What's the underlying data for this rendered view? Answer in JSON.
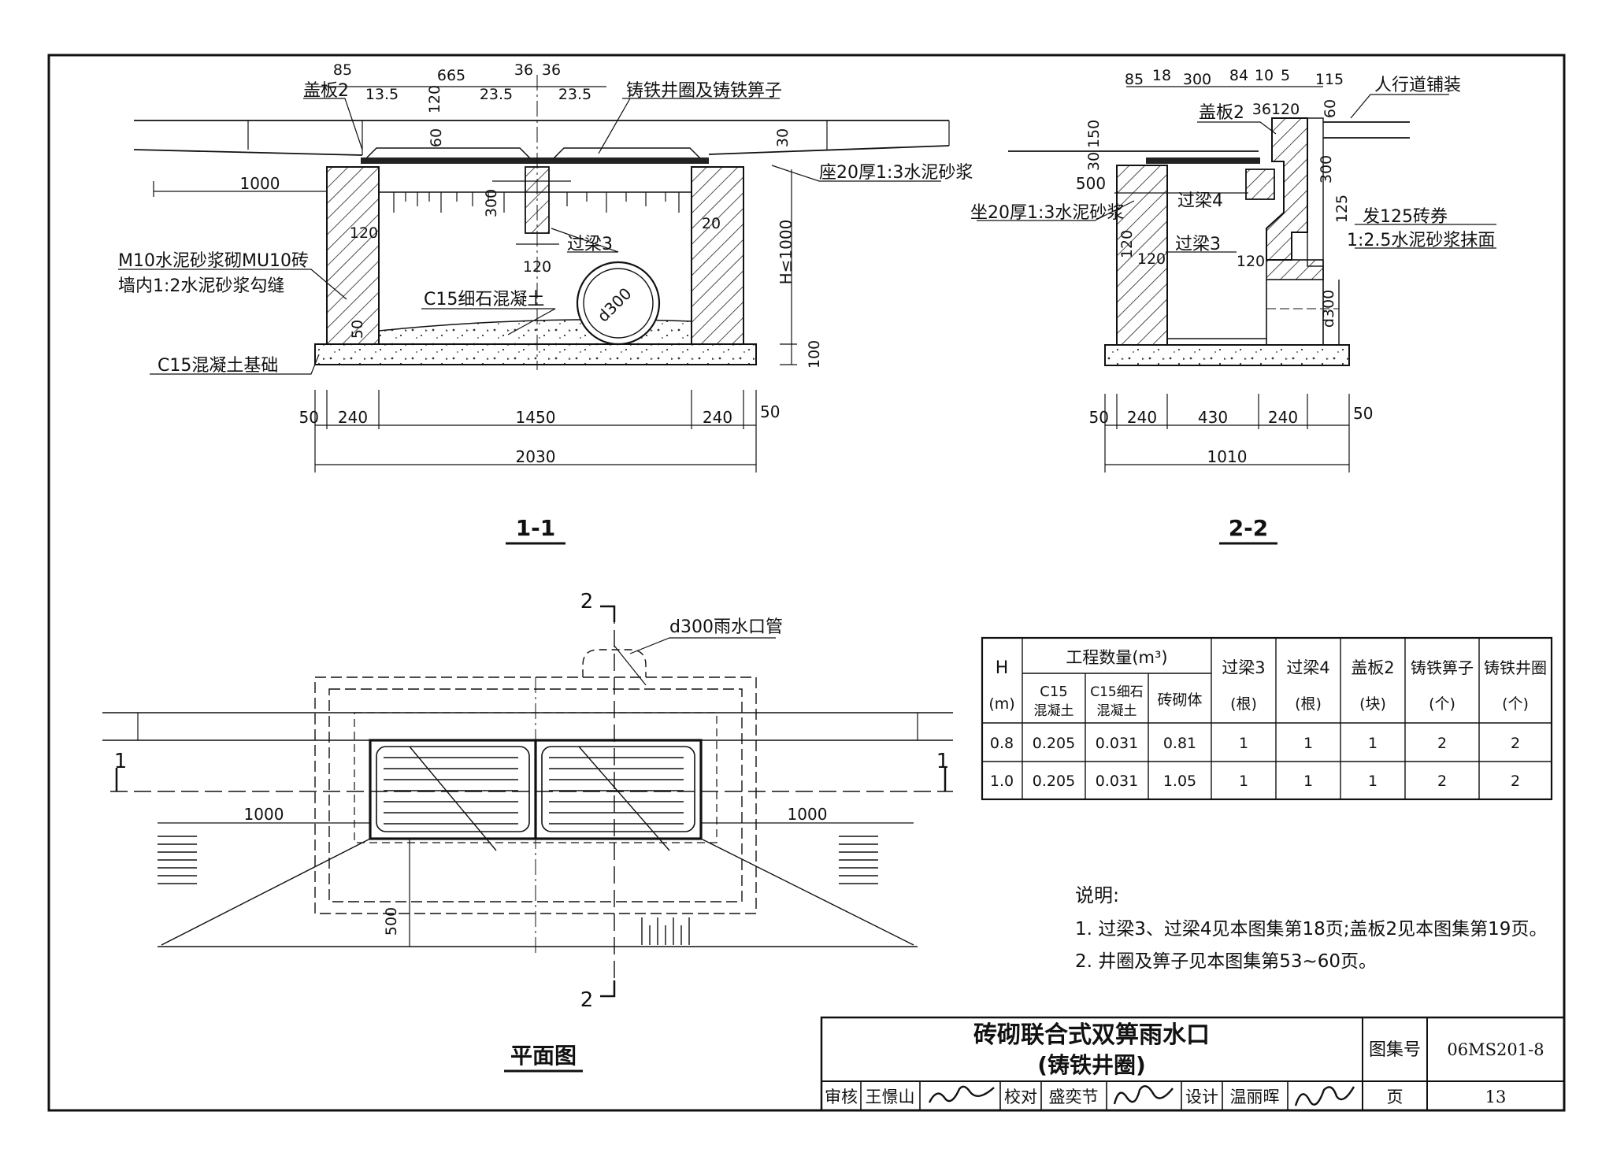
{
  "section_1_1": {
    "title": "1-1",
    "labels": {
      "cover_plate": "盖板2",
      "grate": "铸铁井圈及铸铁箅子",
      "mortar_seat": "座20厚1:3水泥砂浆",
      "wall_line1": "M10水泥砂浆砌MU10砖",
      "wall_line2": "墙内1:2水泥砂浆勾缝",
      "fine_concrete": "C15细石混凝土",
      "foundation": "C15混凝土基础",
      "beam3": "过梁3",
      "pipe": "d300",
      "height": "H≤1000"
    },
    "dims": {
      "top": [
        "85",
        "665",
        "36",
        "36",
        "13.5",
        "120",
        "23.5",
        "23.5"
      ],
      "d60": "60",
      "d30": "30",
      "d1000": "1000",
      "d300": "300",
      "d120a": "120",
      "d120b": "120",
      "d20": "20",
      "d50": "50",
      "d100": "100",
      "bottom": [
        "50",
        "240",
        "1450",
        "240",
        "50"
      ],
      "total": "2030"
    }
  },
  "section_2_2": {
    "title": "2-2",
    "labels": {
      "sidewalk": "人行道铺装",
      "cover_plate": "盖板2",
      "beam4": "过梁4",
      "mortar_seat": "坐20厚1:3水泥砂浆",
      "beam3": "过梁3",
      "brick_arch": "发125砖券",
      "plaster": "1:2.5水泥砂浆抹面"
    },
    "dims": {
      "top": [
        "85",
        "18",
        "300",
        "84",
        "10",
        "5",
        "115"
      ],
      "d36120": "36120",
      "d60": "60",
      "d150": "150",
      "d30": "30",
      "d500": "500",
      "d300": "300",
      "d125": "125",
      "d120a": "120",
      "d120b": "120",
      "d120c": "120",
      "dd300": "d300",
      "bottom": [
        "50",
        "240",
        "430",
        "240",
        "50"
      ],
      "total": "1010"
    }
  },
  "plan": {
    "title": "平面图",
    "pipe": "d300雨水口管",
    "cut1": "1",
    "cut2": "2",
    "d1000_left": "1000",
    "d1000_right": "1000",
    "d500": "500"
  },
  "table": {
    "header_h": "H",
    "header_unit": "(m)",
    "qty_header": "工程数量(m³)",
    "sub_headers": [
      [
        "C15",
        "混凝土"
      ],
      [
        "C15细石",
        "混凝土"
      ],
      [
        "砖砌体",
        ""
      ]
    ],
    "other_headers": [
      [
        "过梁3",
        "(根)"
      ],
      [
        "过梁4",
        "(根)"
      ],
      [
        "盖板2",
        "(块)"
      ],
      [
        "铸铁箅子",
        "(个)"
      ],
      [
        "铸铁井圈",
        "(个)"
      ]
    ],
    "rows": [
      [
        "0.8",
        "0.205",
        "0.031",
        "0.81",
        "1",
        "1",
        "1",
        "2",
        "2"
      ],
      [
        "1.0",
        "0.205",
        "0.031",
        "1.05",
        "1",
        "1",
        "1",
        "2",
        "2"
      ]
    ]
  },
  "notes": {
    "heading": "说明:",
    "items": [
      "1. 过梁3、过梁4见本图集第18页;盖板2见本图集第19页。",
      "2. 井圈及箅子见本图集第53~60页。"
    ]
  },
  "title_block": {
    "title1": "砖砌联合式双箅雨水口",
    "title2": "(铸铁井圈)",
    "atlas_label": "图集号",
    "atlas_no": "06MS201-8",
    "review_label": "审核",
    "reviewer": "王憬山",
    "check_label": "校对",
    "checker": "盛奕节",
    "design_label": "设计",
    "designer": "温丽晖",
    "page_label": "页",
    "page_no": "13"
  }
}
